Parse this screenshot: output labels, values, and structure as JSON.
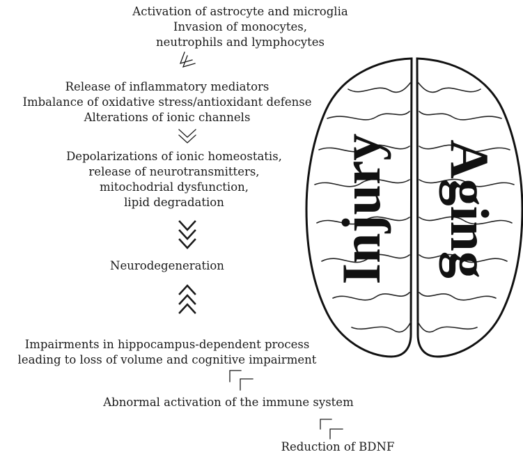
{
  "blocks": {
    "b1": [
      "Activation of astrocyte and microglia",
      "Invasion of monocytes,",
      "neutrophils and lymphocytes"
    ],
    "b2": [
      "Release of inflammatory mediators",
      "Imbalance of oxidative stress/antioxidant defense",
      "Alterations of ionic channels"
    ],
    "b3": [
      "Depolarizations of ionic homeostatis,",
      "release of neurotransmitters,",
      "mitochodrial dysfunction,",
      "lipid degradation"
    ],
    "b4": [
      "Neurodegeneration"
    ],
    "b5": [
      "Impairments in hippocampus-dependent process",
      "leading to loss of volume and cognitive impairment"
    ],
    "b6": [
      "Abnormal activation of the immune system"
    ],
    "b7": [
      "Reduction of BDNF"
    ]
  },
  "brain": {
    "left_label": "Injury",
    "right_label": "Aging"
  },
  "colors": {
    "ink": "#1a1a1a",
    "background": "#ffffff"
  }
}
